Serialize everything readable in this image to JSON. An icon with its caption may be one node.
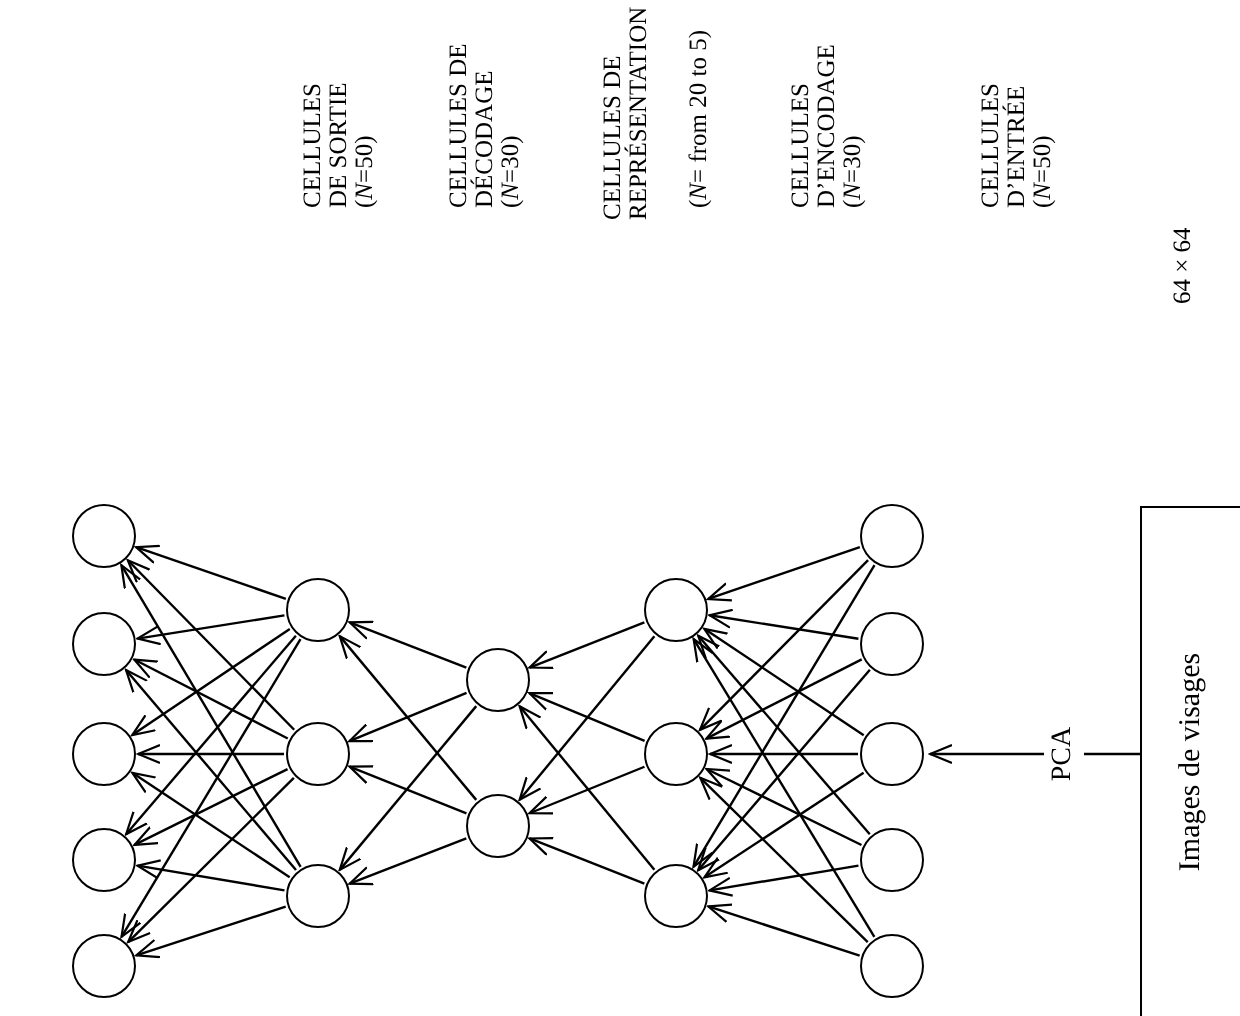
{
  "diagram": {
    "nodes": [
      {
        "text": [],
        "shape": "circle"
      },
      {
        "text": [],
        "shape": "circle"
      },
      {
        "text": [],
        "shape": "circle"
      },
      {
        "text": [],
        "shape": "circle"
      },
      {
        "text": [],
        "shape": "circle"
      },
      {
        "text": [],
        "shape": "circle"
      },
      {
        "text": [],
        "shape": "circle"
      },
      {
        "text": [],
        "shape": "circle"
      },
      {
        "text": [],
        "shape": "circle"
      },
      {
        "text": [],
        "shape": "circle"
      },
      {
        "text": [],
        "shape": "circle"
      },
      {
        "text": [],
        "shape": "circle"
      },
      {
        "text": [],
        "shape": "circle"
      },
      {
        "text": [],
        "shape": "circle"
      },
      {
        "text": [],
        "shape": "circle"
      },
      {
        "text": [],
        "shape": "circle"
      },
      {
        "text": [],
        "shape": "circle"
      },
      {
        "text": [],
        "shape": "circle"
      },
      {
        "text": [
          "Images de visages"
        ]
      }
    ],
    "edges": [
      {
        "from": 5,
        "to": 0,
        "arrow": "to"
      },
      {
        "from": 5,
        "to": 1,
        "arrow": "to"
      },
      {
        "from": 5,
        "to": 2,
        "arrow": "to"
      },
      {
        "from": 5,
        "to": 3,
        "arrow": "to"
      },
      {
        "from": 5,
        "to": 4,
        "arrow": "to"
      },
      {
        "from": 6,
        "to": 0,
        "arrow": "to"
      },
      {
        "from": 6,
        "to": 1,
        "arrow": "to"
      },
      {
        "from": 6,
        "to": 2,
        "arrow": "to"
      },
      {
        "from": 6,
        "to": 3,
        "arrow": "to"
      },
      {
        "from": 6,
        "to": 4,
        "arrow": "to"
      },
      {
        "from": 7,
        "to": 0,
        "arrow": "to"
      },
      {
        "from": 7,
        "to": 1,
        "arrow": "to"
      },
      {
        "from": 7,
        "to": 2,
        "arrow": "to"
      },
      {
        "from": 7,
        "to": 3,
        "arrow": "to"
      },
      {
        "from": 7,
        "to": 4,
        "arrow": "to"
      },
      {
        "from": 8,
        "to": 5,
        "arrow": "to"
      },
      {
        "from": 8,
        "to": 6,
        "arrow": "to"
      },
      {
        "from": 8,
        "to": 7,
        "arrow": "to"
      },
      {
        "from": 9,
        "to": 5,
        "arrow": "to"
      },
      {
        "from": 9,
        "to": 6,
        "arrow": "to"
      },
      {
        "from": 9,
        "to": 7,
        "arrow": "to"
      },
      {
        "from": 10,
        "to": 8,
        "arrow": "to"
      },
      {
        "from": 10,
        "to": 9,
        "arrow": "to"
      },
      {
        "from": 11,
        "to": 8,
        "arrow": "to"
      },
      {
        "from": 11,
        "to": 9,
        "arrow": "to"
      },
      {
        "from": 12,
        "to": 8,
        "arrow": "to"
      },
      {
        "from": 12,
        "to": 9,
        "arrow": "to"
      },
      {
        "from": 13,
        "to": 10,
        "arrow": "to"
      },
      {
        "from": 13,
        "to": 11,
        "arrow": "to"
      },
      {
        "from": 13,
        "to": 12,
        "arrow": "to"
      },
      {
        "from": 14,
        "to": 10,
        "arrow": "to"
      },
      {
        "from": 14,
        "to": 11,
        "arrow": "to"
      },
      {
        "from": 14,
        "to": 12,
        "arrow": "to"
      },
      {
        "from": 15,
        "to": 10,
        "arrow": "to"
      },
      {
        "from": 15,
        "to": 11,
        "arrow": "to"
      },
      {
        "from": 15,
        "to": 12,
        "arrow": "to"
      },
      {
        "from": 16,
        "to": 10,
        "arrow": "to"
      },
      {
        "from": 16,
        "to": 11,
        "arrow": "to"
      },
      {
        "from": 16,
        "to": 12,
        "arrow": "to"
      },
      {
        "from": 17,
        "to": 10,
        "arrow": "to"
      },
      {
        "from": 17,
        "to": 11,
        "arrow": "to"
      },
      {
        "from": 17,
        "to": 12,
        "arrow": "to"
      },
      {
        "from": 18,
        "to": 15,
        "arrow": "to",
        "label": "PCA"
      }
    ],
    "labels": [
      "CELLULES DE SORTIE",
      "(*N*=50)",
      "CELLULES DE DÉCODAGE",
      "(*N*=30)",
      "CELLULES DE REPRÉSENTATION",
      "(*N*= from 20 to 5)",
      "CELLULES D’ENCODAGE",
      "(*N*=30)",
      "CELLULES D’ENTRÉE",
      "(*N*=50)",
      "64 × 64"
    ]
  }
}
